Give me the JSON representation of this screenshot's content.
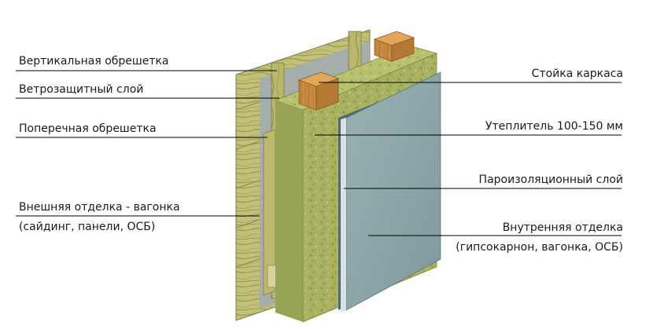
{
  "colors": {
    "wood_light": "#c6c27a",
    "wood_dark": "#8f8d45",
    "wind_barrier": "#9aa6aa",
    "insulation": "#a9b35e",
    "stud": "#c98a3e",
    "vapor_barrier": "#4f6b73",
    "drywall": "#8fa7a9",
    "leader_line": "#000000"
  },
  "labels_left": [
    {
      "id": "vertical-battens",
      "text": "Вертикальная обрешетка"
    },
    {
      "id": "wind-barrier",
      "text": "Ветрозащитный слой"
    },
    {
      "id": "cross-battens",
      "text": "Поперечная обрешетка"
    },
    {
      "id": "exterior-finish",
      "line1": "Внешняя отделка - вагонка",
      "line2": "(сайдинг, панели, ОСБ)"
    }
  ],
  "labels_right": [
    {
      "id": "frame-stud",
      "text": "Стойка каркаса"
    },
    {
      "id": "insulation",
      "text": "Утеплитель 100-150 мм"
    },
    {
      "id": "vapor-barrier",
      "text": "Пароизоляционный слой"
    },
    {
      "id": "interior-finish",
      "line1": "Внутренняя отделка",
      "line2": "(гипсокарнон, вагонка, ОСБ)"
    }
  ]
}
